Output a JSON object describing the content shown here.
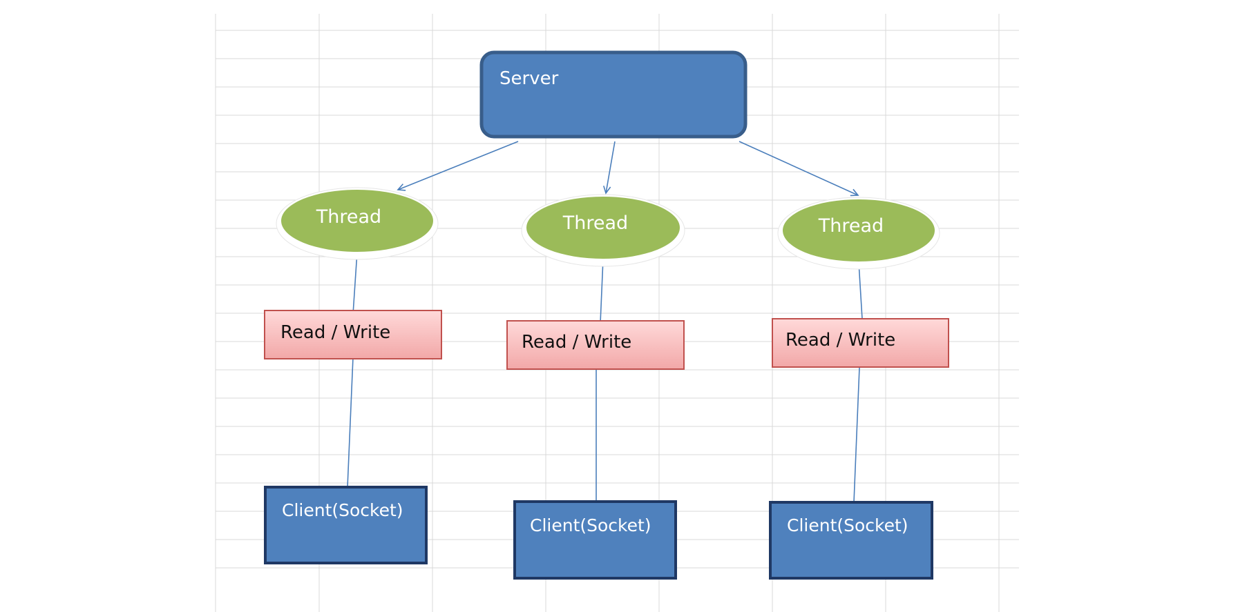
{
  "colors": {
    "background": "#ffffff",
    "grid_line": "#d9d9d9",
    "server_fill": "#4f81bd",
    "server_stroke": "#385d8a",
    "thread_fill": "#9bbb59",
    "thread_halo": "#ffffff",
    "rw_fill_top": "#ffd9d9",
    "rw_fill_bottom": "#f2a8a8",
    "rw_stroke": "#c0504d",
    "client_fill": "#4f81bd",
    "client_stroke": "#1f3864",
    "connector": "#4a7ebb",
    "light_text": "#ffffff",
    "dark_text": "#111111"
  },
  "server": {
    "label": "Server"
  },
  "columns": [
    {
      "thread": "Thread",
      "io": "Read / Write",
      "client": "Client(Socket)"
    },
    {
      "thread": "Thread",
      "io": "Read / Write",
      "client": "Client(Socket)"
    },
    {
      "thread": "Thread",
      "io": "Read / Write",
      "client": "Client(Socket)"
    }
  ]
}
